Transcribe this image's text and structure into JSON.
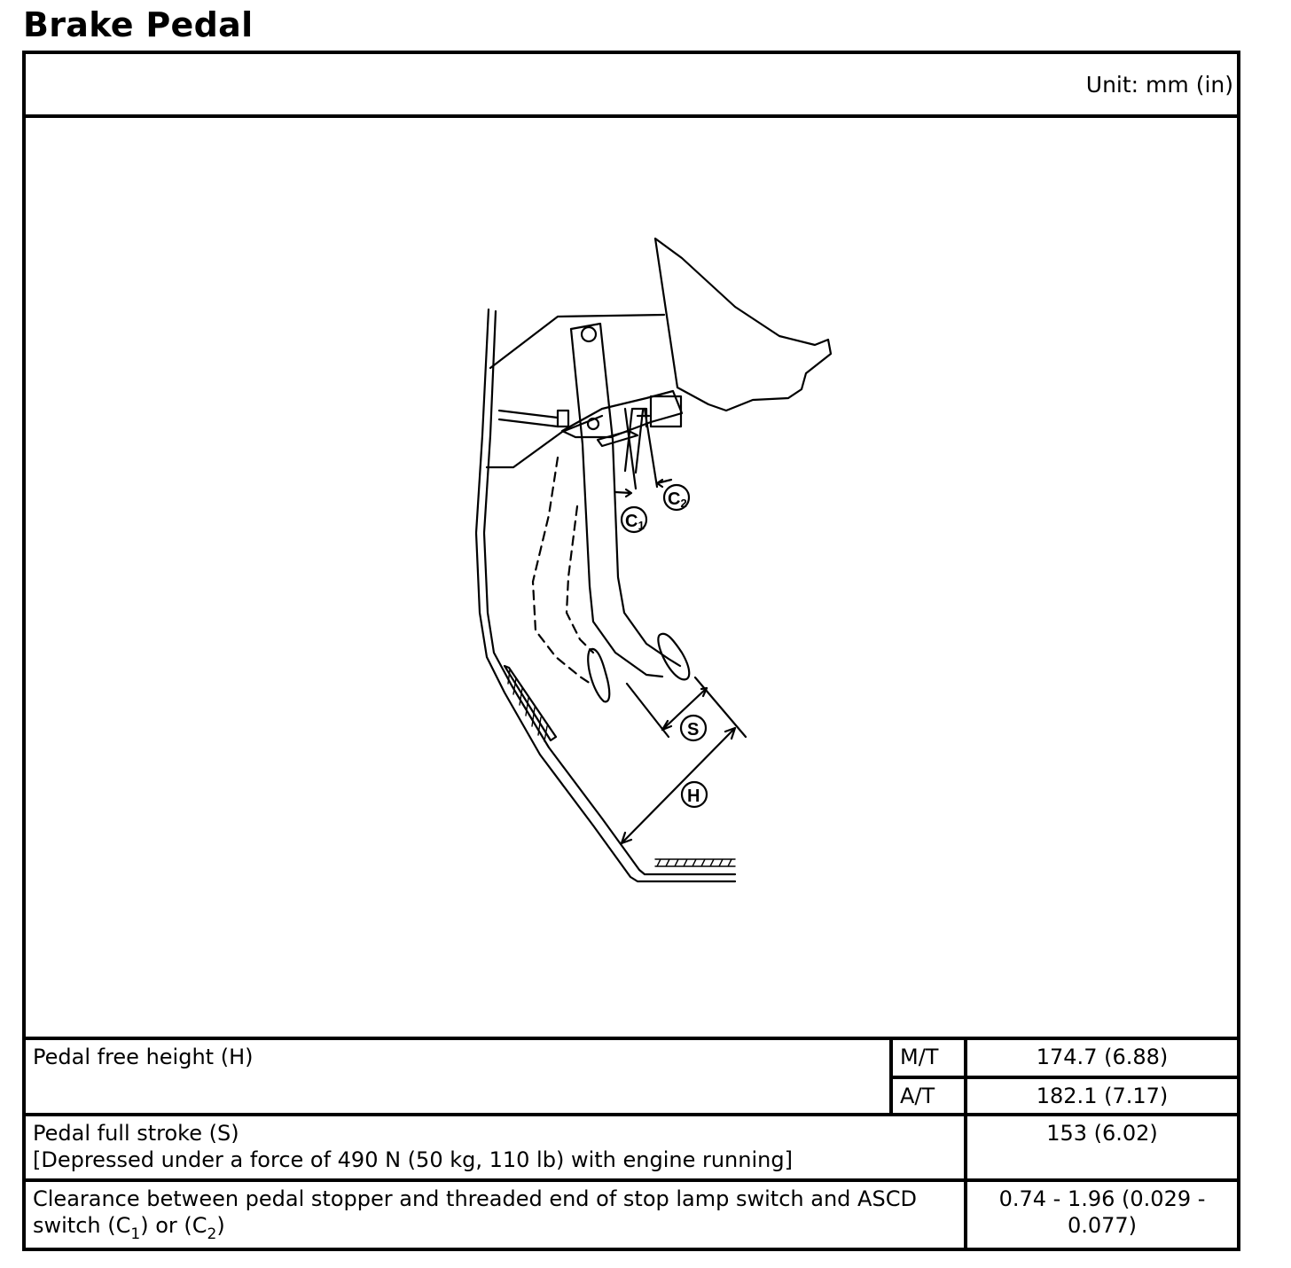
{
  "page": {
    "title": "Brake Pedal",
    "unit": "Unit: mm (in)"
  },
  "figure": {
    "labels": {
      "c1": "C",
      "c1_sub": "1",
      "c2": "C",
      "c2_sub": "2",
      "s": "S",
      "h": "H"
    }
  },
  "specs": {
    "free_height": {
      "label": "Pedal free height (H)",
      "mt_label": "M/T",
      "mt_value": "174.7 (6.88)",
      "at_label": "A/T",
      "at_value": "182.1 (7.17)"
    },
    "full_stroke": {
      "label": "Pedal full stroke (S)",
      "note": "[Depressed under a force of 490 N (50 kg, 110 lb) with engine running]",
      "value": "153 (6.02)"
    },
    "clearance": {
      "label_main": "Clearance between pedal stopper and threaded end of stop lamp switch and ASCD",
      "label_prefix": "switch (C",
      "label_sub1": "1",
      "label_mid": ") or (C",
      "label_sub2": "2",
      "label_suffix": ")",
      "value_line1": "0.74 - 1.96 (0.029 -",
      "value_line2": "0.077)"
    }
  }
}
